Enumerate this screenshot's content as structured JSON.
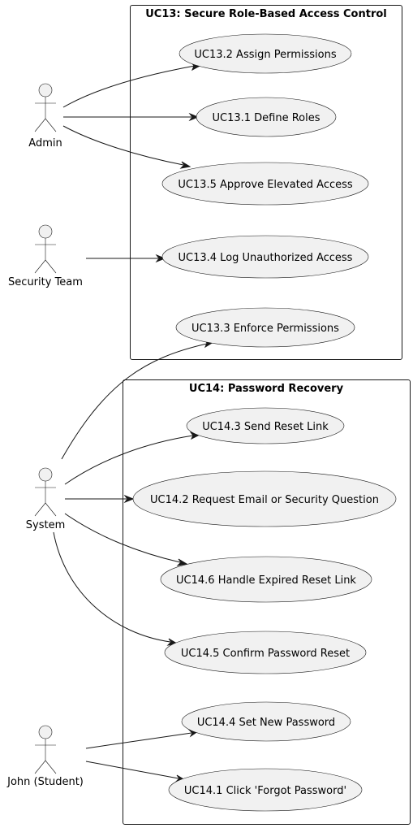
{
  "boundaries": [
    {
      "id": "b13",
      "title": "UC13: Secure Role-Based Access Control"
    },
    {
      "id": "b14",
      "title": "UC14: Password Recovery"
    }
  ],
  "actors": [
    {
      "id": "admin",
      "label": "Admin"
    },
    {
      "id": "security",
      "label": "Security Team"
    },
    {
      "id": "system",
      "label": "System"
    },
    {
      "id": "john",
      "label": "John (Student)"
    }
  ],
  "use_cases": [
    {
      "id": "uc13_2",
      "label": "UC13.2 Assign Permissions"
    },
    {
      "id": "uc13_1",
      "label": "UC13.1 Define Roles"
    },
    {
      "id": "uc13_5",
      "label": "UC13.5 Approve Elevated Access"
    },
    {
      "id": "uc13_4",
      "label": "UC13.4 Log Unauthorized Access"
    },
    {
      "id": "uc13_3",
      "label": "UC13.3 Enforce Permissions"
    },
    {
      "id": "uc14_3",
      "label": "UC14.3 Send Reset Link"
    },
    {
      "id": "uc14_2",
      "label": "UC14.2 Request Email or Security Question"
    },
    {
      "id": "uc14_6",
      "label": "UC14.6 Handle Expired Reset Link"
    },
    {
      "id": "uc14_5",
      "label": "UC14.5 Confirm Password Reset"
    },
    {
      "id": "uc14_4",
      "label": "UC14.4 Set New Password"
    },
    {
      "id": "uc14_1",
      "label": "UC14.1 Click 'Forgot Password'"
    }
  ],
  "associations": [
    {
      "from": "admin",
      "to": "uc13_2"
    },
    {
      "from": "admin",
      "to": "uc13_1"
    },
    {
      "from": "admin",
      "to": "uc13_5"
    },
    {
      "from": "security",
      "to": "uc13_4"
    },
    {
      "from": "system",
      "to": "uc13_3"
    },
    {
      "from": "system",
      "to": "uc14_3"
    },
    {
      "from": "system",
      "to": "uc14_2"
    },
    {
      "from": "system",
      "to": "uc14_6"
    },
    {
      "from": "system",
      "to": "uc14_5"
    },
    {
      "from": "john",
      "to": "uc14_4"
    },
    {
      "from": "john",
      "to": "uc14_1"
    }
  ]
}
